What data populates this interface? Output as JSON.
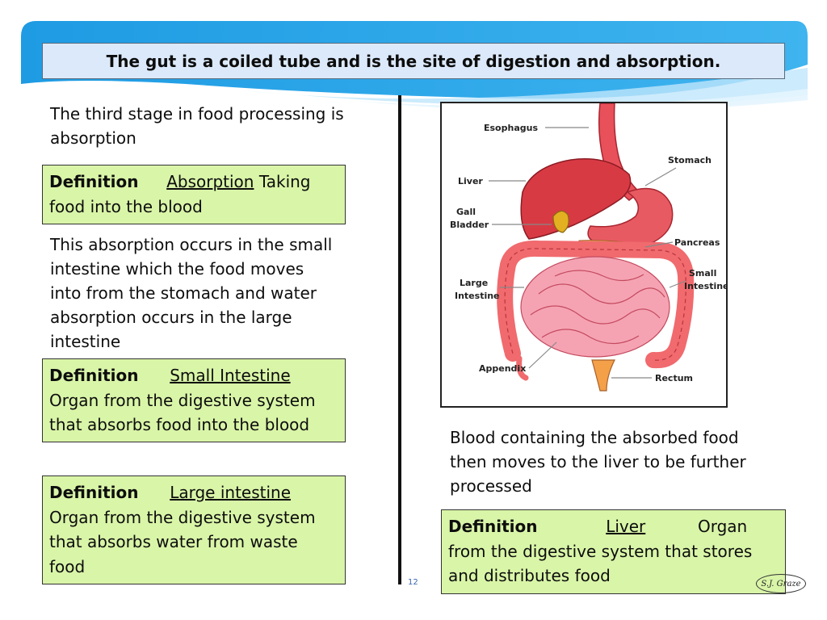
{
  "title": "The gut is a coiled tube and is the site of digestion and absorption.",
  "intro_text": "The third stage in food processing is absorption",
  "definitions": {
    "absorption": {
      "label": "Definition",
      "term": "Absorption",
      "text": "Taking food into the blood"
    },
    "small_intestine": {
      "label": "Definition",
      "term": "Small Intestine",
      "text": "Organ from the digestive system that absorbs food into the blood"
    },
    "large_intestine": {
      "label": "Definition",
      "term": "Large intestine",
      "text": "Organ from the digestive system that absorbs water from waste food"
    },
    "liver": {
      "label": "Definition",
      "term": "Liver",
      "text": "Organ from the digestive system that stores and distributes food"
    }
  },
  "absorption_text": "This absorption occurs in the small intestine which the food moves into from the stomach and water absorption occurs in the large intestine",
  "liver_text": "Blood containing the absorbed food then moves to the liver to be further processed",
  "diagram_labels": {
    "esophagus": "Esophagus",
    "stomach": "Stomach",
    "liver": "Liver",
    "gall": "Gall",
    "bladder": "Bladder",
    "pancreas": "Pancreas",
    "small": "Small",
    "intestine_small": "Intestine",
    "large": "Large",
    "intestine_large": "Intestine",
    "appendix": "Appendix",
    "rectum": "Rectum"
  },
  "slide_number": "12",
  "signature": "S.J. Graze",
  "colors": {
    "title_bg": "#dbe9fa",
    "definition_bg": "#d9f5a8",
    "band_blue": "#29a3e6"
  }
}
